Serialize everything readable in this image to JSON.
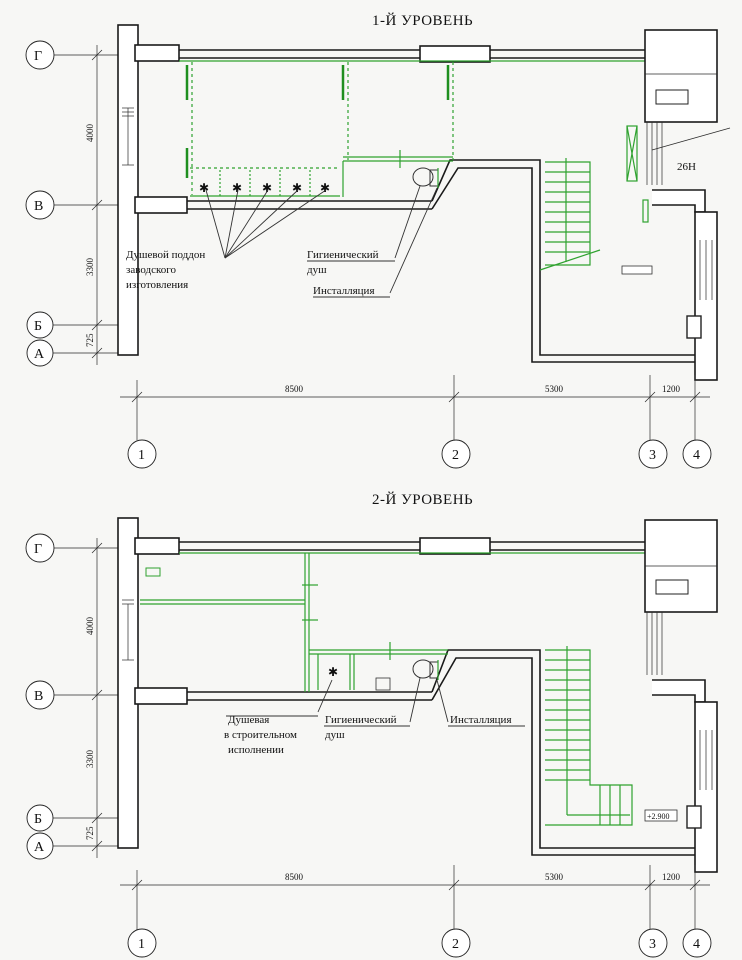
{
  "level1": {
    "title": "1-Й УРОВЕНЬ",
    "axes_rows": [
      "Г",
      "В",
      "Б",
      "А"
    ],
    "axes_cols": [
      "1",
      "2",
      "3",
      "4"
    ],
    "dims_vertical": [
      "4000",
      "3300",
      "725"
    ],
    "dims_horizontal": [
      "8500",
      "5300",
      "1200"
    ],
    "label_shower_tray": [
      "Душевой поддон",
      "заводского",
      "изготовления"
    ],
    "label_hygienic_shower": [
      "Гигиенический",
      "душ"
    ],
    "label_installation": "Инсталляция",
    "label_26n": "26Н"
  },
  "level2": {
    "title": "2-Й УРОВЕНЬ",
    "axes_rows": [
      "Г",
      "В",
      "Б",
      "А"
    ],
    "axes_cols": [
      "1",
      "2",
      "3",
      "4"
    ],
    "dims_vertical": [
      "4000",
      "3300",
      "725"
    ],
    "dims_horizontal": [
      "8500",
      "5300",
      "1200"
    ],
    "label_shower": [
      "Душевая",
      "в строительном",
      "исполнении"
    ],
    "label_hygienic_shower": [
      "Гигиенический",
      "душ"
    ],
    "label_installation": "Инсталляция",
    "level_mark": "+2.900"
  },
  "colors": {
    "new_partitions": "#2fa22f",
    "walls": "#1a1a1a"
  }
}
